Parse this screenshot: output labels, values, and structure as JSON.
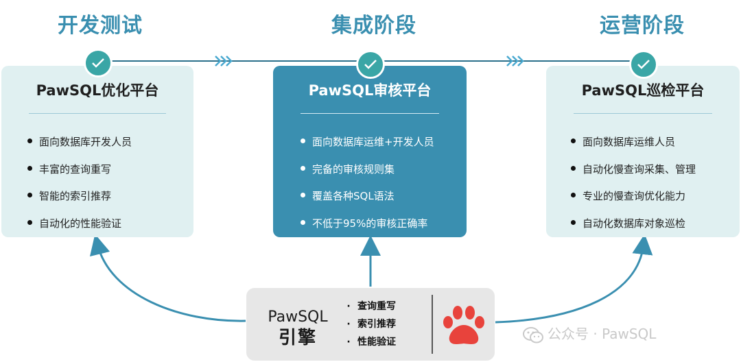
{
  "stages": [
    {
      "title": "开发测试",
      "platform": "PawSQL优化平台",
      "features": [
        "面向数据库开发人员",
        "丰富的查询重写",
        "智能的索引推荐",
        "自动化的性能验证"
      ]
    },
    {
      "title": "集成阶段",
      "platform": "PawSQL审核平台",
      "features": [
        "面向数据库运维+开发人员",
        "完备的审核规则集",
        "覆盖各种SQL语法",
        "不低于95%的审核正确率"
      ]
    },
    {
      "title": "运营阶段",
      "platform": "PawSQL巡检平台",
      "features": [
        "面向数据库运维人员",
        "自动化慢查询采集、管理",
        "专业的慢查询优化能力",
        "自动化数据库对象巡检"
      ]
    }
  ],
  "engine": {
    "name_line1": "PawSQL",
    "name_line2": "引擎",
    "features": [
      "查询重写",
      "索引推荐",
      "性能验证"
    ],
    "bullet": "·"
  },
  "watermark": "公众号 · PawSQL",
  "colors": {
    "accent": "#3a8fb0",
    "card_bg": "#e0f0f1",
    "check": "#3aa6a6",
    "paw": "#e8433c"
  }
}
